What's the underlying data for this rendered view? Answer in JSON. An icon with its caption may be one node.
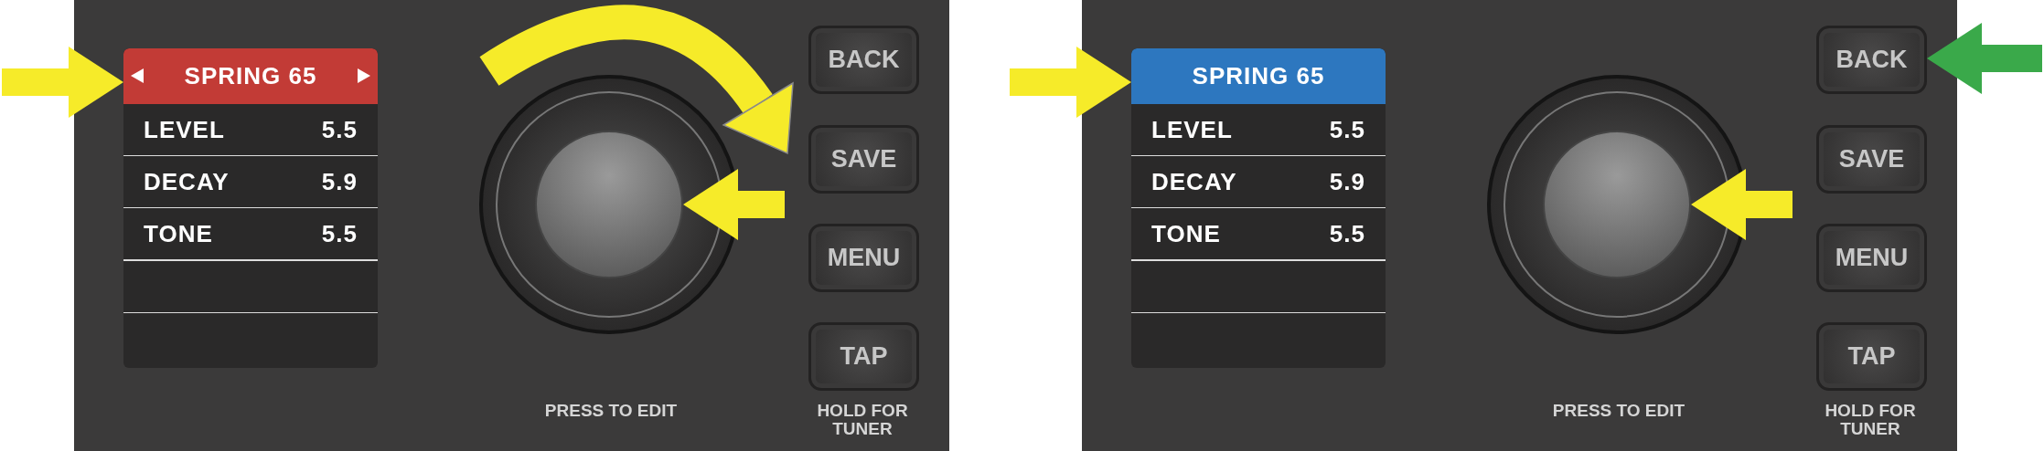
{
  "diagram": {
    "nodes": [
      {
        "text": [],
        "shape": "box"
      },
      {
        "text": [],
        "shape": "box",
        "in": 0
      },
      {
        "text": [
          "SPRING 65"
        ],
        "in": 1
      },
      {
        "text": [
          "LEVEL",
          "5.5"
        ],
        "in": 1
      },
      {
        "text": [
          "DECAY",
          "5.9"
        ],
        "in": 1
      },
      {
        "text": [
          "TONE",
          "5.5"
        ],
        "in": 1
      },
      {
        "text": [],
        "shape": "circle",
        "in": 0
      },
      {
        "text": [
          "BACK"
        ],
        "in": 0
      },
      {
        "text": [
          "SAVE"
        ],
        "in": 0
      },
      {
        "text": [
          "MENU"
        ],
        "in": 0
      },
      {
        "text": [
          "TAP"
        ],
        "in": 0,
        "beside": [
          "HOLD FOR TUNER"
        ]
      },
      {
        "text": [],
        "shape": "box"
      },
      {
        "text": [],
        "shape": "box",
        "in": 11
      },
      {
        "text": [
          "SPRING 65"
        ],
        "in": 12
      },
      {
        "text": [
          "LEVEL",
          "5.5"
        ],
        "in": 12
      },
      {
        "text": [
          "DECAY",
          "5.9"
        ],
        "in": 12
      },
      {
        "text": [
          "TONE",
          "5.5"
        ],
        "in": 12
      },
      {
        "text": [],
        "shape": "circle",
        "in": 11
      },
      {
        "text": [
          "BACK"
        ],
        "in": 11
      },
      {
        "text": [
          "SAVE"
        ],
        "in": 11
      },
      {
        "text": [
          "MENU"
        ],
        "in": 11
      },
      {
        "text": [
          "TAP"
        ],
        "in": 11,
        "beside": [
          "HOLD FOR TUNER"
        ]
      }
    ],
    "edges": [
      {
        "from": null,
        "to": 2,
        "arrow": "to"
      },
      {
        "from": null,
        "to": 6,
        "arrow": "to"
      },
      {
        "from": null,
        "to": 13,
        "arrow": "to"
      },
      {
        "from": null,
        "to": 17,
        "arrow": "to"
      },
      {
        "from": null,
        "to": 18,
        "arrow": "to",
        "color": "#3aa94a"
      }
    ],
    "labels": [
      "PRESS TO EDIT",
      "PRESS TO EDIT"
    ]
  }
}
